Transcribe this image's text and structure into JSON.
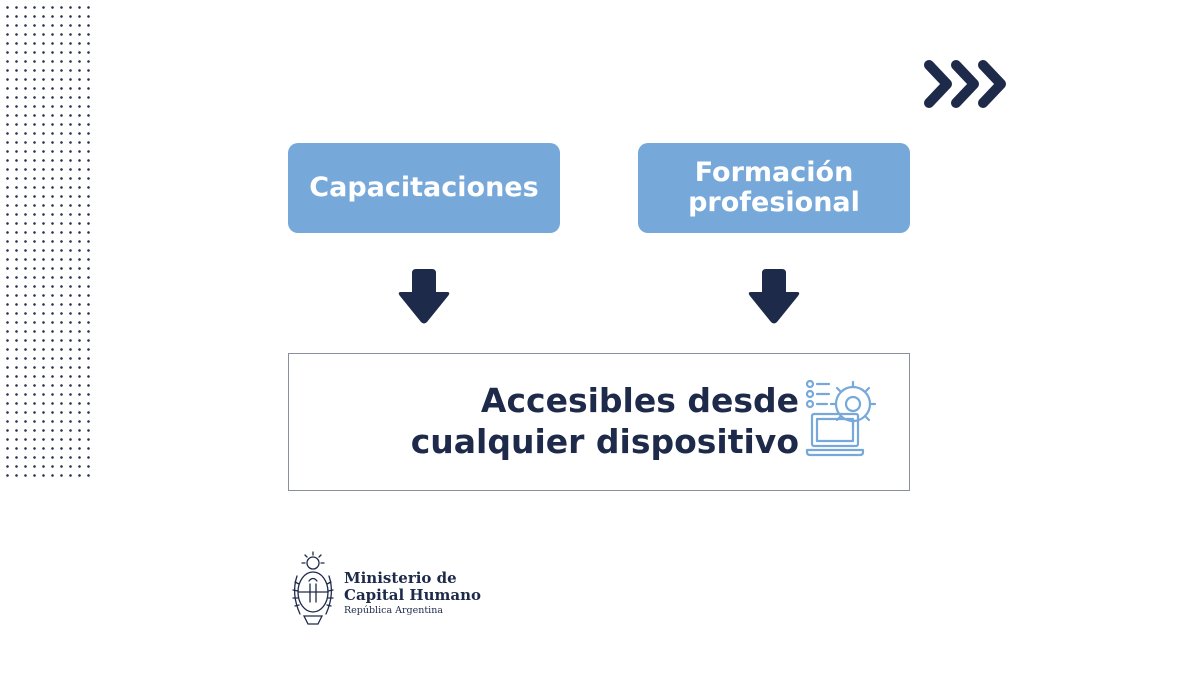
{
  "colors": {
    "navy": "#1e2a4a",
    "box_blue": "#77a8da",
    "icon_blue": "#77a8da",
    "border_gray": "#8a8f9c"
  },
  "decor": {
    "dot_pattern": "dot-grid-pattern",
    "chevrons": "triple-chevron-right-icon"
  },
  "boxes": {
    "left": {
      "label": "Capacitaciones"
    },
    "right": {
      "line1": "Formación",
      "line2": "profesional"
    }
  },
  "arrows": {
    "icon": "arrow-down-icon"
  },
  "result": {
    "line1": "Accesibles desde",
    "line2": "cualquier dispositivo",
    "icon": "laptop-gear-icon"
  },
  "logo": {
    "seal": "national-coat-of-arms-icon",
    "line1": "Ministerio de",
    "line2": "Capital Humano",
    "line3": "República Argentina"
  }
}
